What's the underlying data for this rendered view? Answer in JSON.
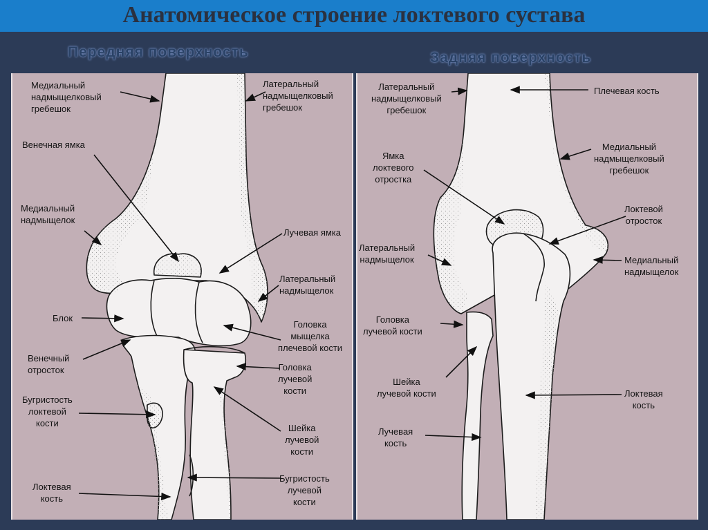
{
  "slide": {
    "title": "Анатомическое строение локтевого сустава"
  },
  "front": {
    "heading": "Передняя поверхность",
    "labels": {
      "medial_crest": "Медиальный\nнадмыщелковый\nгребешок",
      "lateral_crest": "Латеральный\nнадмыщелковый\nгребешок",
      "coronoid_fossa": "Венечная ямка",
      "medial_epicondyle": "Медиальный\nнадмыщелок",
      "radial_fossa": "Лучевая ямка",
      "lateral_epicondyle": "Латеральный\nнадмыщелок",
      "trochlea": "Блок",
      "capitulum": "Головка\nмыщелка\nплечевой кости",
      "coronoid_process": "Венечный\nотросток",
      "radial_head": "Головка\nлучевой\nкости",
      "ulnar_tuberosity": "Бугристость\nлоктевой\nкости",
      "radial_neck": "Шейка\nлучевой\nкости",
      "ulna": "Локтевая\nкость",
      "radial_tuberosity": "Бугристость\nлучевой\nкости"
    }
  },
  "back": {
    "heading": "Задняя поверхность",
    "labels": {
      "lateral_crest": "Латеральный\nнадмыщелковый\nгребешок",
      "humerus": "Плечевая кость",
      "olecranon_fossa": "Ямка\nлоктевого\nотростка",
      "medial_crest": "Медиальный\nнадмыщелковый\nгребешок",
      "olecranon": "Локтевой\nотросток",
      "lateral_epicondyle": "Латеральный\nнадмыщелок",
      "medial_epicondyle": "Медиальный\nнадмыщелок",
      "radial_head": "Головка\nлучевой кости",
      "radial_neck": "Шейка\nлучевой кости",
      "ulna": "Локтевая\nкость",
      "radius": "Лучевая\nкость"
    }
  },
  "colors": {
    "title_bar": "#1a7ecb",
    "slide_background": "#2c3b57",
    "panel_background": "#c2afb6",
    "bone_fill": "#f3f1f1",
    "outline": "#1c1c1c"
  }
}
